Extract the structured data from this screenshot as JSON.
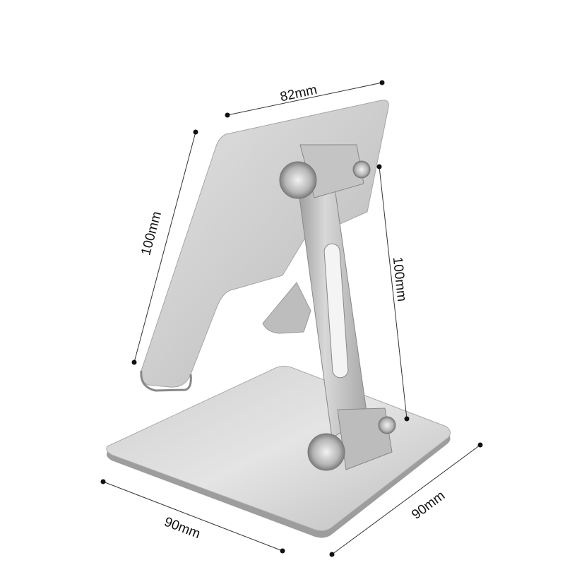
{
  "dimensions": {
    "top_width": "82mm",
    "plate_height": "100mm",
    "arm_height": "100mm",
    "base_depth": "90mm",
    "base_width": "90mm"
  },
  "colors": {
    "metal_light": "#dcdcdc",
    "metal_mid": "#b9b9b9",
    "metal_dark": "#8a8a8a",
    "annotation": "#111111"
  }
}
